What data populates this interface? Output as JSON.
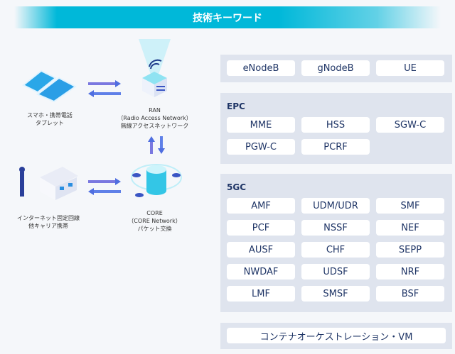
{
  "title": "技術キーワード",
  "diagram": {
    "device": {
      "line1": "スマホ・携帯電話",
      "line2": "タブレット"
    },
    "ran": {
      "line1": "RAN",
      "line2": "（Radio Access Network）",
      "line3": "無線アクセスネットワーク"
    },
    "core": {
      "line1": "CORE",
      "line2": "（CORE Network）",
      "line3": "パケット交換"
    },
    "internet": {
      "line1": "インターネット固定回線",
      "line2": "他キャリア携帯"
    }
  },
  "groups": {
    "radio": {
      "items": [
        "eNodeB",
        "gNodeB",
        "UE"
      ]
    },
    "epc": {
      "label": "EPC",
      "items": [
        "MME",
        "HSS",
        "SGW-C",
        "PGW-C",
        "PCRF"
      ]
    },
    "fivegc": {
      "label": "5GC",
      "items": [
        "AMF",
        "UDM/UDR",
        "SMF",
        "PCF",
        "NSSF",
        "NEF",
        "AUSF",
        "CHF",
        "SEPP",
        "NWDAF",
        "UDSF",
        "NRF",
        "LMF",
        "SMSF",
        "BSF"
      ]
    },
    "container": {
      "label": "コンテナオーケストレーション・VM"
    }
  },
  "colors": {
    "accent": "#00b8d9",
    "arrow": "#6a6fe0",
    "text": "#1f3566"
  }
}
